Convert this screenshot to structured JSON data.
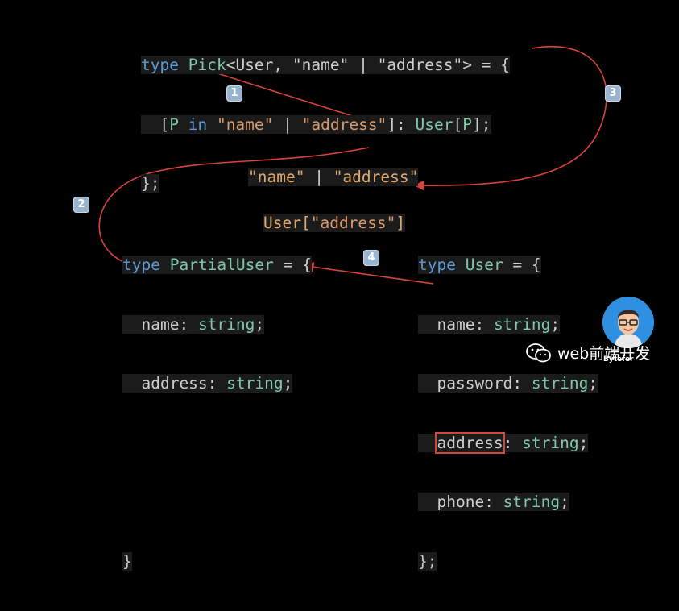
{
  "pick_block": {
    "line1": {
      "kw": "type",
      "name": "Pick",
      "open": "<",
      "arg1": "User",
      "comma": ", ",
      "s1": "\"name\"",
      "bar": " | ",
      "s2": "\"address\"",
      "close": ">",
      "eq": " = {"
    },
    "line2": {
      "open": "[",
      "p": "P",
      "in": " in ",
      "s1": "\"name\"",
      "bar": " | ",
      "s2": "\"address\"",
      "close": "]: ",
      "user": "User",
      "idx_open": "[",
      "idx_p": "P",
      "idx_close": "];"
    },
    "line3": "};"
  },
  "union_label": {
    "s1": "\"name\"",
    "bar": " | ",
    "s2": "\"address\""
  },
  "index_label": {
    "user": "User",
    "open": "[",
    "s": "\"address\"",
    "close": "]"
  },
  "partial_block": {
    "line1": {
      "kw": "type",
      "name": "PartialUser",
      "eq": " = {"
    },
    "line2": {
      "prop": "name",
      "colon": ": ",
      "type": "string",
      "semi": ";"
    },
    "line3": {
      "prop": "address",
      "colon": ": ",
      "type": "string",
      "semi": ";"
    },
    "line4": "}"
  },
  "user_block": {
    "line1": {
      "kw": "type",
      "name": "User",
      "eq": " = {"
    },
    "line2": {
      "prop": "name",
      "colon": ": ",
      "type": "string",
      "semi": ";"
    },
    "line3": {
      "prop": "password",
      "colon": ": ",
      "type": "string",
      "semi": ";"
    },
    "line4": {
      "prop": "address",
      "colon": ": ",
      "type": "string",
      "semi": ";"
    },
    "line5": {
      "prop": "phone",
      "colon": ": ",
      "type": "string",
      "semi": ";"
    },
    "line6": "};"
  },
  "badges": {
    "b1": "1",
    "b2": "2",
    "b3": "3",
    "b4": "4"
  },
  "watermark": {
    "text": "web前端开发",
    "sub": "Bytefer"
  },
  "colors": {
    "arrow": "#d8443c",
    "badge": "#9ab4cf",
    "keyword": "#5b9bd5",
    "type": "#7fc9a8",
    "string": "#d99a6c"
  }
}
